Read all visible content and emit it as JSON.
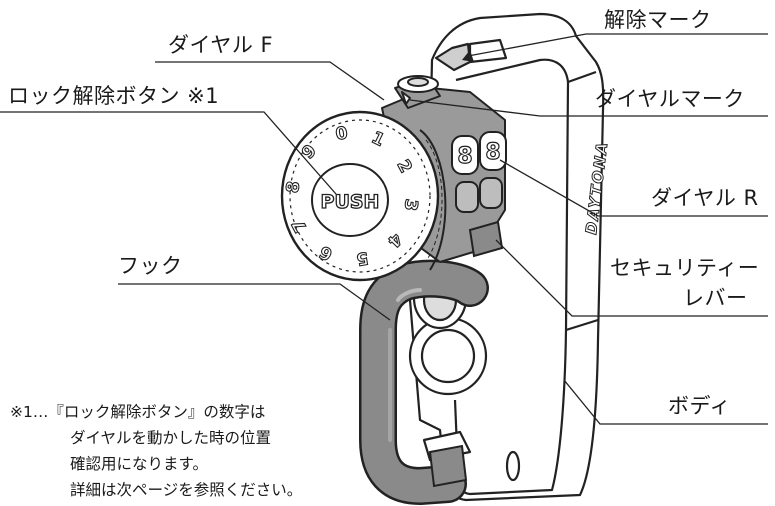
{
  "labels": {
    "release_mark": "解除マーク",
    "dial_f": "ダイヤル F",
    "lock_release_button": "ロック解除ボタン ※1",
    "dial_mark": "ダイヤルマーク",
    "dial_r": "ダイヤル R",
    "hook": "フック",
    "security_lever_line1": "セキュリティー",
    "security_lever_line2": "レバー",
    "body": "ボディ"
  },
  "button_text": "PUSH",
  "brand_text": "DAYTONA",
  "dial_digits": [
    "0",
    "1",
    "2",
    "3",
    "4",
    "5",
    "6",
    "7",
    "8",
    "9"
  ],
  "dial_r_digits": [
    "8",
    "8"
  ],
  "footnote": {
    "line1": "※1…『ロック解除ボタン』の数字は",
    "line2": "ダイヤルを動かした時の位置",
    "line3": "確認用になります。",
    "line4": "詳細は次ページを参照ください。"
  },
  "colors": {
    "hook_gray": "#8a8a8a",
    "band_gray": "#9a9a9a",
    "outline": "#222222",
    "body_fill": "#ffffff"
  }
}
